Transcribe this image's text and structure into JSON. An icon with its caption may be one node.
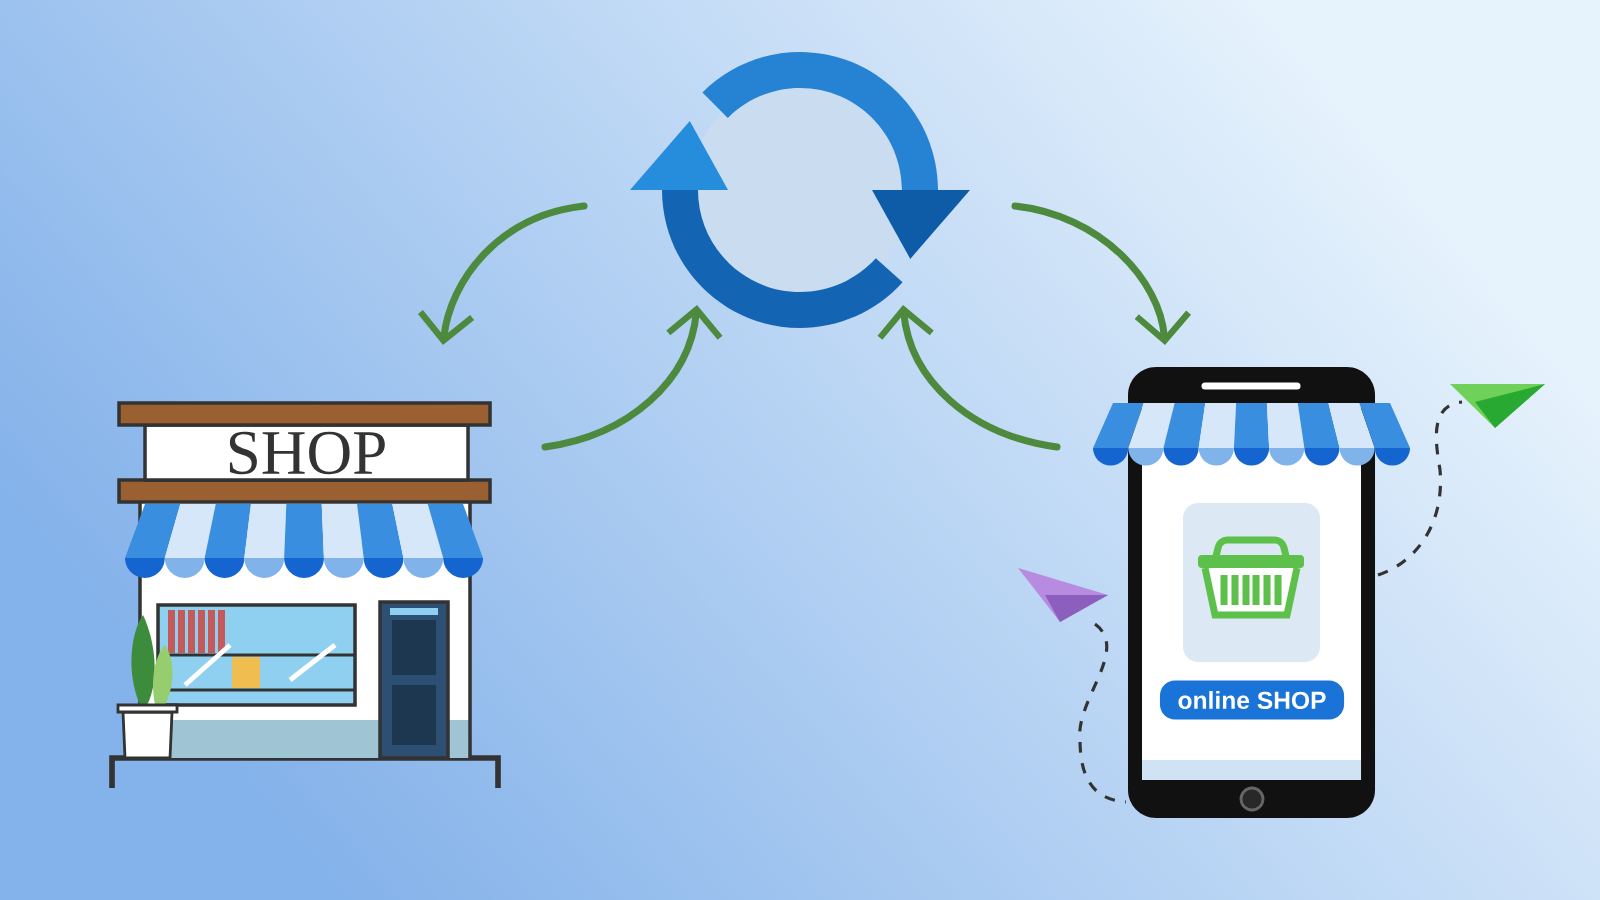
{
  "diagram": {
    "nodes": [
      {
        "text": [
          "SHOP"
        ]
      },
      {
        "text": [],
        "shape": "circle"
      },
      {
        "text": [
          "online SHOP"
        ]
      },
      {
        "text": [],
        "shape": "picture"
      },
      {
        "text": [],
        "shape": "picture"
      }
    ],
    "edges": [
      {
        "from": 1,
        "to": 0,
        "arrow": "to"
      },
      {
        "from": 0,
        "to": 1,
        "arrow": "to"
      },
      {
        "from": 1,
        "to": 2,
        "arrow": "to"
      },
      {
        "from": 2,
        "to": 1,
        "arrow": "to"
      },
      {
        "from": 3,
        "to": 2,
        "arrow": "none",
        "style": "dashed",
        "color": "#333333"
      },
      {
        "from": 2,
        "to": 4,
        "arrow": "none",
        "style": "dashed",
        "color": "#333333"
      }
    ]
  }
}
